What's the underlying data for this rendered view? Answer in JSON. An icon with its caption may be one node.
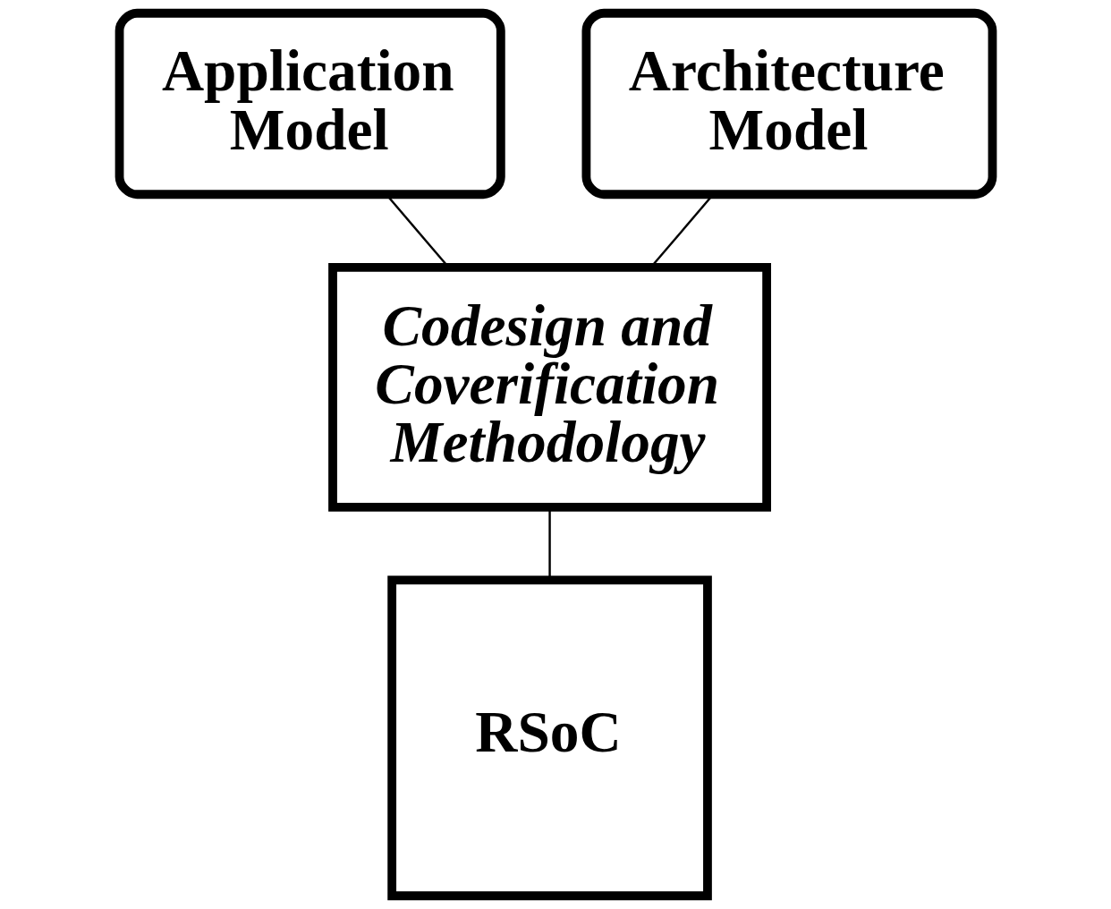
{
  "diagram": {
    "nodes": [
      {
        "text": [
          "Application Model"
        ]
      },
      {
        "text": [
          "Architecture Model"
        ]
      },
      {
        "text": [
          "Codesign and Coverification Methodology"
        ]
      },
      {
        "text": [
          "RSoC"
        ]
      }
    ],
    "edges": [
      {
        "from": 0,
        "to": 2,
        "arrow": "none"
      },
      {
        "from": 1,
        "to": 2,
        "arrow": "none"
      },
      {
        "from": 2,
        "to": 3,
        "arrow": "none"
      }
    ]
  }
}
